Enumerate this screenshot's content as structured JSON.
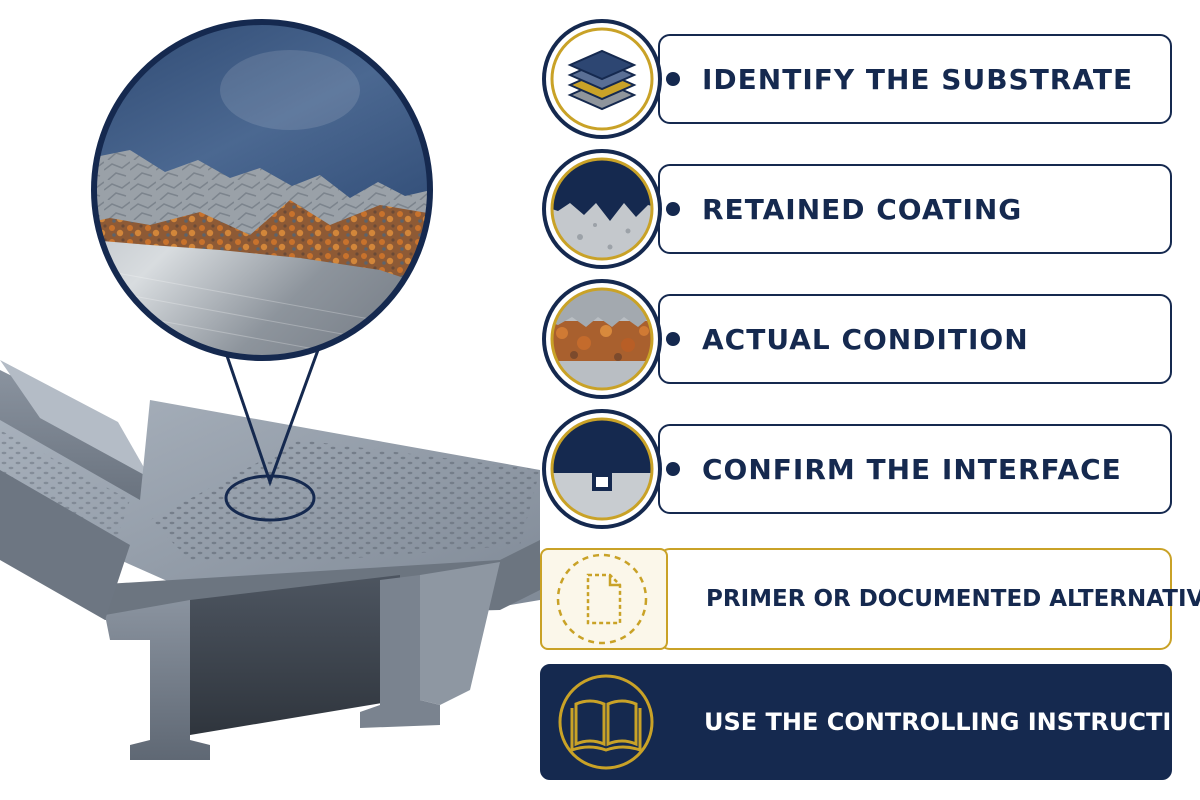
{
  "steps": [
    {
      "label": "IDENTIFY THE SUBSTRATE",
      "icon": "substrate-layers-icon"
    },
    {
      "label": "RETAINED COATING",
      "icon": "retained-coating-icon"
    },
    {
      "label": "ACTUAL CONDITION",
      "icon": "rusty-surface-icon"
    },
    {
      "label": "CONFIRM THE INTERFACE",
      "icon": "interface-profile-icon"
    },
    {
      "label": "PRIMER OR DOCUMENTED ALTERNATIVE",
      "icon": "document-icon"
    },
    {
      "label": "USE THE CONTROLLING INSTRUCTIONS",
      "icon": "open-book-icon"
    }
  ],
  "colors": {
    "navy": "#15294f",
    "gold": "#c9a227",
    "steel": "#8a93a0",
    "rust": "#b5642a",
    "coating_blue": "#3c5a86"
  }
}
